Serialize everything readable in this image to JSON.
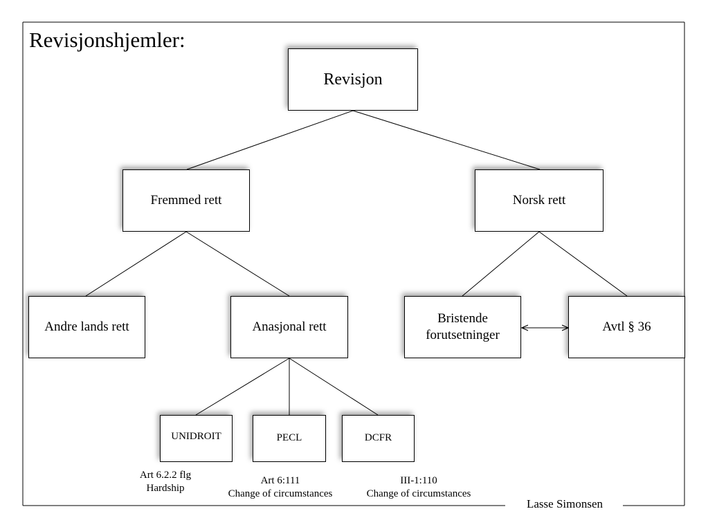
{
  "title": "Revisjonshjemler:",
  "author": "Lasse Simonsen",
  "nodes": {
    "revisjon": "Revisjon",
    "fremmed_rett": "Fremmed rett",
    "norsk_rett": "Norsk rett",
    "andre_lands_rett": "Andre lands rett",
    "anasjonal_rett": "Anasjonal rett",
    "bristende_line1": "Bristende",
    "bristende_line2": "forutsetninger",
    "avtl36": "Avtl § 36",
    "unidroit": "UNIDROIT",
    "pecl": "PECL",
    "dcfr": "DCFR"
  },
  "captions": {
    "unidroit_line1": "Art 6.2.2 flg",
    "unidroit_line2": "Hardship",
    "pecl_line1": "Art 6:111",
    "pecl_line2": "Change of circumstances",
    "dcfr_line1": "III-1:110",
    "dcfr_line2": "Change of circumstances"
  },
  "edges": [
    {
      "from": "revisjon",
      "to": "fremmed_rett"
    },
    {
      "from": "revisjon",
      "to": "norsk_rett"
    },
    {
      "from": "fremmed_rett",
      "to": "andre_lands_rett"
    },
    {
      "from": "fremmed_rett",
      "to": "anasjonal_rett"
    },
    {
      "from": "norsk_rett",
      "to": "bristende"
    },
    {
      "from": "norsk_rett",
      "to": "avtl36"
    },
    {
      "from": "anasjonal_rett",
      "to": "unidroit"
    },
    {
      "from": "anasjonal_rett",
      "to": "pecl"
    },
    {
      "from": "anasjonal_rett",
      "to": "dcfr"
    },
    {
      "from": "bristende",
      "to": "avtl36",
      "bidirectional": true
    }
  ]
}
